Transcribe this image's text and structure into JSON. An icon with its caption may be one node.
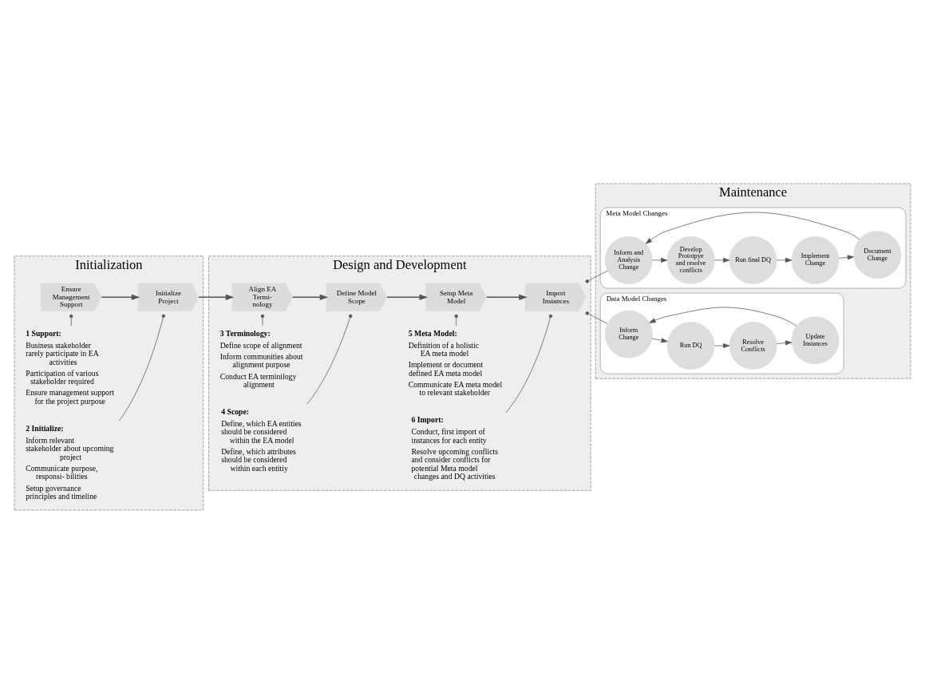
{
  "diagram": {
    "nodes": [
      {
        "text": [
          "Initialization"
        ]
      },
      {
        "text": [
          "1 Support:",
          "Business stakeholder rarely participate in EA activities",
          "Participation of various stakeholder required",
          "Ensure management support for the project purpose"
        ],
        "in": 0
      },
      {
        "text": [
          "Ensure Management Support"
        ],
        "in": 0
      },
      {
        "text": [
          "Initialize Project"
        ],
        "in": 0
      },
      {
        "text": [
          "2 Initialize:",
          "Inform relevant stakeholder about upcoming project",
          "Communicate purpose, responsi- bilities",
          "Setup governance principles and timeline"
        ],
        "in": 0
      },
      {
        "text": [
          "Design and Development"
        ]
      },
      {
        "text": [
          "3 Terminology:",
          "Define scope of alignment",
          "Inform communities about alignment purpose",
          "Conduct EA terminilogy alignment"
        ],
        "in": 5
      },
      {
        "text": [
          "5 Meta Model:",
          "Definition of a holistic EA meta model",
          "Implement or document defined EA meta model",
          "Communicate EA meta model to relevant stakeholder"
        ],
        "in": 5
      },
      {
        "text": [
          "Align EA Termi- nology"
        ],
        "in": 5
      },
      {
        "text": [
          "Define Model Scope"
        ],
        "in": 5
      },
      {
        "text": [
          "Setup Meta Model"
        ],
        "in": 5
      },
      {
        "text": [
          "Import Instances"
        ],
        "in": 5
      },
      {
        "text": [
          "4 Scope:",
          "Define, which EA entities should be considered within the EA model",
          "Define, which attributes should be considered within each entitiy"
        ],
        "in": 5
      },
      {
        "text": [
          "6 Import:",
          "Conduct, first import of instances for each entity",
          "Resolve upcoming conflicts and consider conflicts for potential Meta model changes and DQ activities"
        ],
        "in": 5
      },
      {
        "text": [
          "Maintenance"
        ]
      },
      {
        "text": [
          "Meta Model Changes"
        ],
        "in": 14
      },
      {
        "text": [
          "Inform and Analysis Change"
        ],
        "in": 15
      },
      {
        "text": [
          "Develop Prototpye and resolve conflicts"
        ],
        "in": 15
      },
      {
        "text": [
          "Run final DQ"
        ],
        "in": 15
      },
      {
        "text": [
          "Implement Change"
        ],
        "in": 15
      },
      {
        "text": [
          "Document Change"
        ],
        "in": 15
      },
      {
        "text": [
          "Data Model Changes"
        ],
        "in": 14
      },
      {
        "text": [
          "Inform Change"
        ],
        "in": 21
      },
      {
        "text": [
          "Run DQ"
        ],
        "in": 21
      },
      {
        "text": [
          "Resolve Conflicts"
        ],
        "in": 21
      },
      {
        "text": [
          "Update Instances"
        ],
        "in": 21
      }
    ],
    "edges": [
      {
        "from": 2,
        "to": 3,
        "arrow": "to"
      },
      {
        "from": 3,
        "to": 8,
        "arrow": "to"
      },
      {
        "from": 8,
        "to": 9,
        "arrow": "to"
      },
      {
        "from": 9,
        "to": 10,
        "arrow": "to"
      },
      {
        "from": 10,
        "to": 11,
        "arrow": "to"
      },
      {
        "from": 1,
        "to": 2,
        "arrow": "other"
      },
      {
        "from": 4,
        "to": 3,
        "arrow": "other"
      },
      {
        "from": 6,
        "to": 8,
        "arrow": "other"
      },
      {
        "from": 12,
        "to": 9,
        "arrow": "other"
      },
      {
        "from": 7,
        "to": 10,
        "arrow": "other"
      },
      {
        "from": 13,
        "to": 11,
        "arrow": "other"
      },
      {
        "from": 15,
        "to": 11,
        "arrow": "other"
      },
      {
        "from": 21,
        "to": 11,
        "arrow": "other"
      },
      {
        "from": 16,
        "to": 17,
        "arrow": "to"
      },
      {
        "from": 17,
        "to": 18,
        "arrow": "to"
      },
      {
        "from": 18,
        "to": 19,
        "arrow": "to"
      },
      {
        "from": 19,
        "to": 20,
        "arrow": "to"
      },
      {
        "from": 20,
        "to": 16,
        "arrow": "to"
      },
      {
        "from": 22,
        "to": 23,
        "arrow": "to"
      },
      {
        "from": 23,
        "to": 24,
        "arrow": "to"
      },
      {
        "from": 24,
        "to": 25,
        "arrow": "to"
      },
      {
        "from": 25,
        "to": 22,
        "arrow": "to"
      }
    ]
  }
}
